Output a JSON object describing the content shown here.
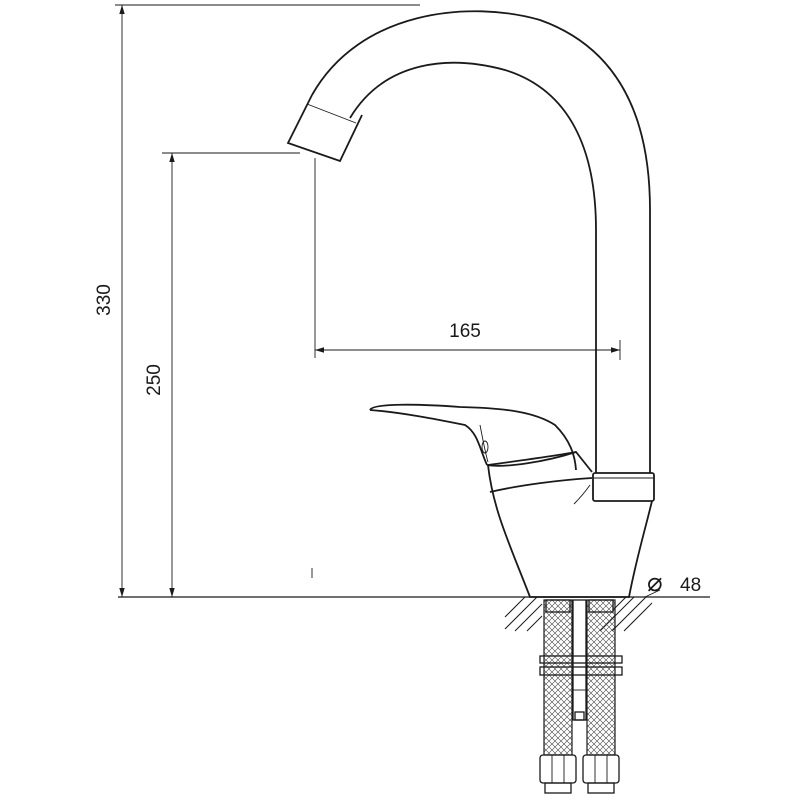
{
  "dimensions": {
    "total_height": "330",
    "spout_height": "250",
    "spout_reach": "165",
    "base_diameter_symbol": "⌀",
    "base_diameter": "48"
  }
}
